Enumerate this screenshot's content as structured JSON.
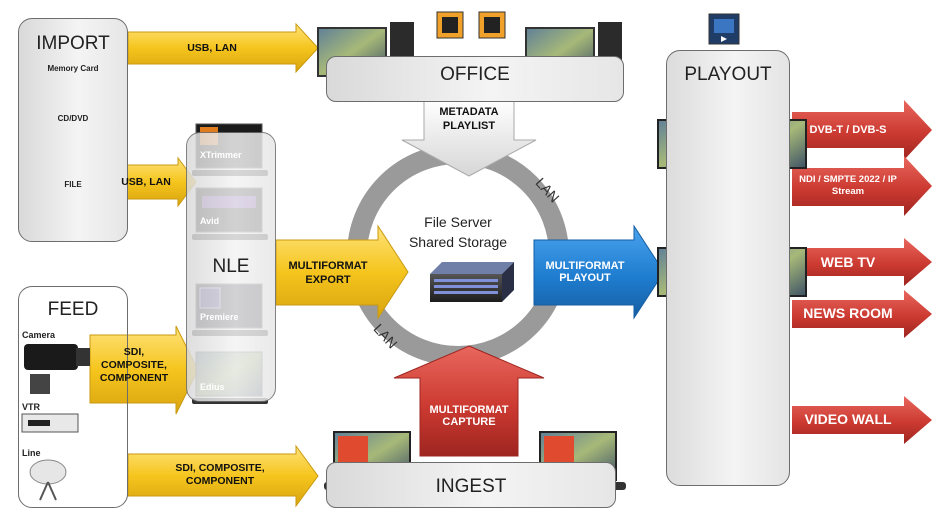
{
  "import_panel": {
    "title": "IMPORT",
    "memory_card": "Memory Card",
    "cd_dvd": "CD/DVD",
    "file": "FILE"
  },
  "feed_panel": {
    "title": "FEED",
    "camera": "Camera",
    "vtr": "VTR",
    "line": "Line"
  },
  "nle_panel": {
    "title": "NLE",
    "apps": [
      "XTrimmer",
      "Avid",
      "Premiere",
      "Edius"
    ]
  },
  "office_panel": {
    "title": "OFFICE"
  },
  "ingest_panel": {
    "title": "INGEST"
  },
  "playout_panel": {
    "title": "PLAYOUT"
  },
  "arrows": {
    "usb_lan_top": "USB, LAN",
    "usb_lan_nle": "USB, LAN",
    "feed_nle": "SDI, COMPOSITE, COMPONENT",
    "feed_ingest": "SDI, COMPOSITE, COMPONENT",
    "metadata": "METADATA PLAYLIST",
    "export": "MULTIFORMAT EXPORT",
    "playout": "MULTIFORMAT PLAYOUT",
    "capture": "MULTIFORMAT CAPTURE"
  },
  "server": {
    "line1": "File Server",
    "line2": "Shared Storage",
    "lan_top": "LAN",
    "lan_bottom": "LAN"
  },
  "outputs": [
    "DVB-T / DVB-S",
    "NDI / SMPTE 2022 / IP Stream",
    "WEB TV",
    "NEWS ROOM",
    "VIDEO WALL"
  ],
  "colors": {
    "yellow": "#f2c31b",
    "blue": "#1f7dd0",
    "red": "#c8372e",
    "ring": "#9a9a9a"
  }
}
